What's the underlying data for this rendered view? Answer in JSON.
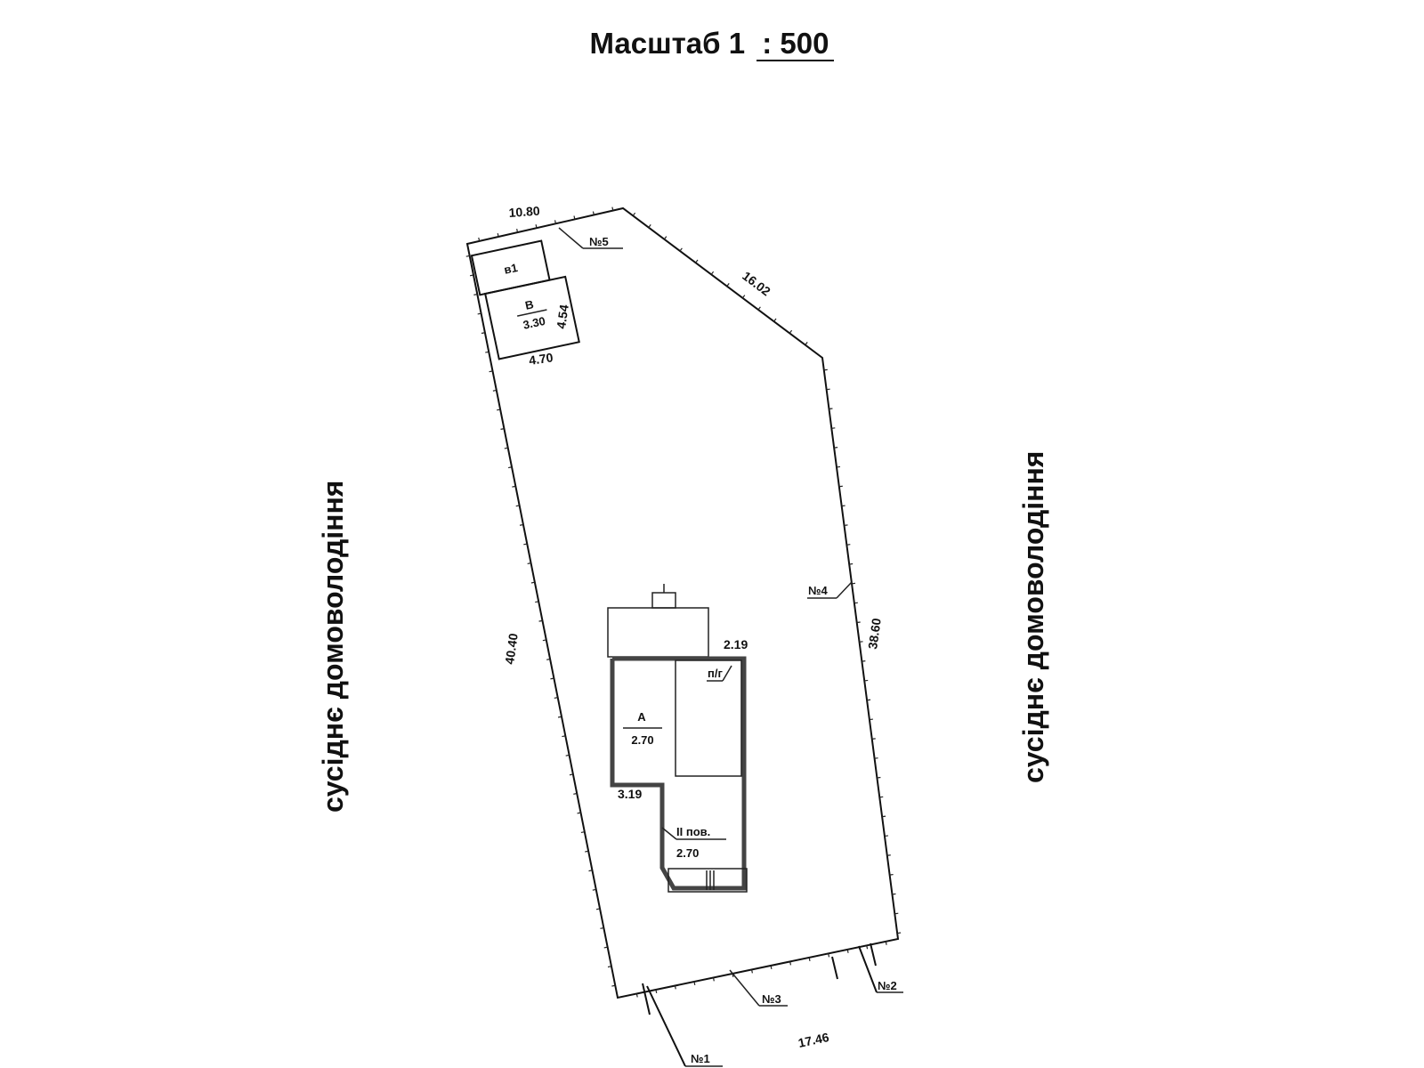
{
  "title": {
    "label": "Масштаб  1",
    "separator": ":",
    "value": "500"
  },
  "neighbors": {
    "left": "сусіднє домоволодіння",
    "right": "сусіднє домоволодіння"
  },
  "dimensions": {
    "top": "10.80",
    "diagonal": "16.02",
    "left": "40.40",
    "right": "38.60",
    "bottom": "17.46",
    "house_right": "2.19",
    "house_left": "3.19",
    "shed_width": "4.70",
    "shed_depth": "4.54"
  },
  "points": [
    "№1",
    "№2",
    "№3",
    "№4",
    "№5"
  ],
  "buildings": {
    "house": {
      "letter": "А",
      "height": "2.70"
    },
    "second_floor": {
      "label": "II пов.",
      "height": "2.70"
    },
    "basement": "п/г",
    "shed": {
      "letter": "В",
      "height": "3.30"
    },
    "shed_annex": "в1"
  }
}
